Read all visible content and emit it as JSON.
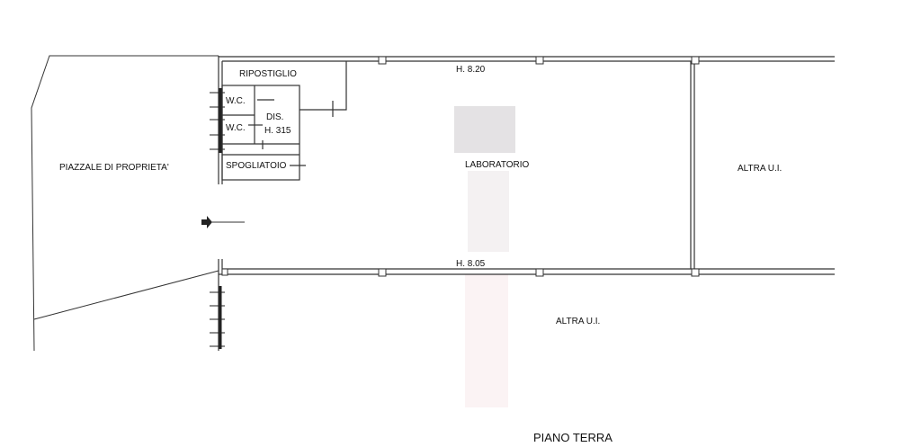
{
  "plan": {
    "title": "PIANO TERRA",
    "rooms": {
      "piazzale": "PIAZZALE DI PROPRIETA'",
      "ripostiglio": "RIPOSTIGLIO",
      "wc1": "W.C.",
      "wc2": "W.C.",
      "dis": "DIS.",
      "dis_height": "H. 315",
      "spogliatoio": "SPOGLIATOIO",
      "laboratorio": "LABORATORIO",
      "altra_ui_right": "ALTRA U.I.",
      "altra_ui_bottom": "ALTRA U.I."
    },
    "heights": {
      "top": "H. 8.20",
      "bottom": "H. 8.05"
    }
  }
}
